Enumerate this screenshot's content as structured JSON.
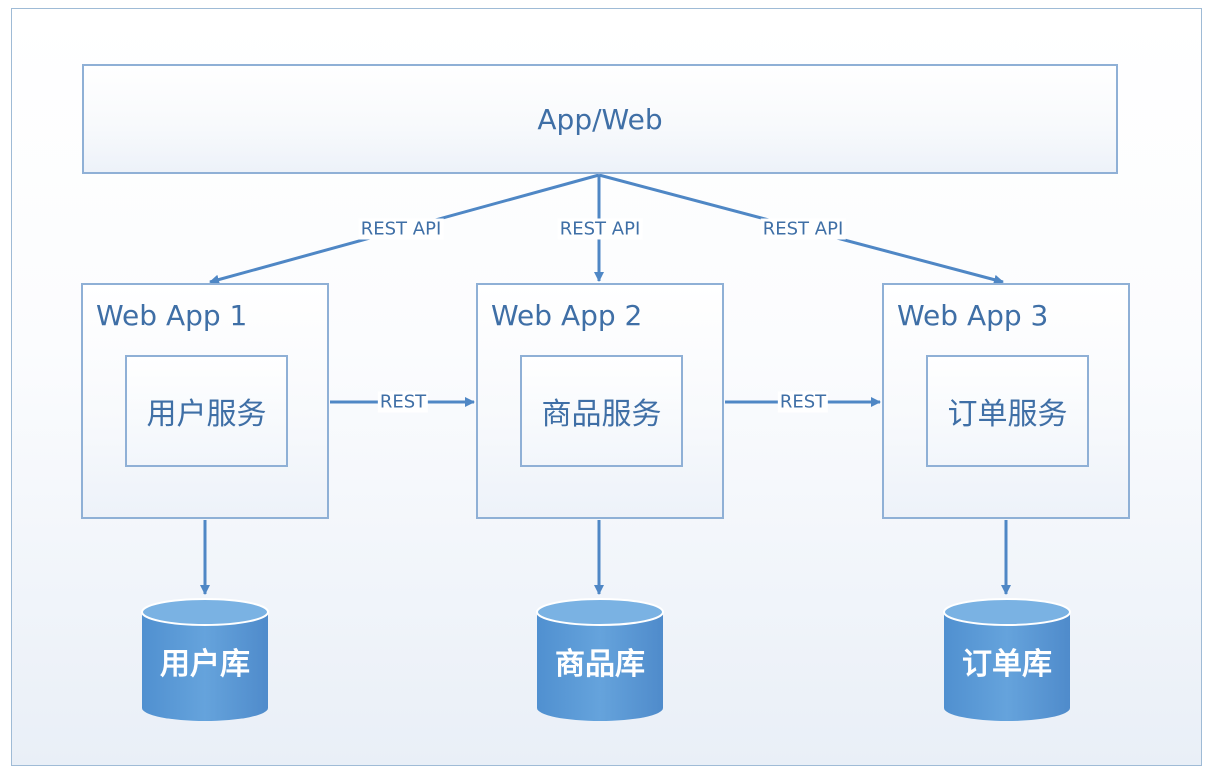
{
  "top": {
    "label": "App/Web"
  },
  "edge_labels": {
    "rest_api_1": "REST API",
    "rest_api_2": "REST API",
    "rest_api_3": "REST API",
    "rest_1": "REST",
    "rest_2": "REST"
  },
  "web_apps": [
    {
      "title": "Web App 1",
      "service": "用户服务",
      "database": "用户库"
    },
    {
      "title": "Web App 2",
      "service": "商品服务",
      "database": "商品库"
    },
    {
      "title": "Web App 3",
      "service": "订单服务",
      "database": "订单库"
    }
  ],
  "colors": {
    "line": "#4f87c5",
    "box_border": "#8fb0d6",
    "text": "#3f6fa6",
    "db_fill": "#5b9bd5"
  }
}
